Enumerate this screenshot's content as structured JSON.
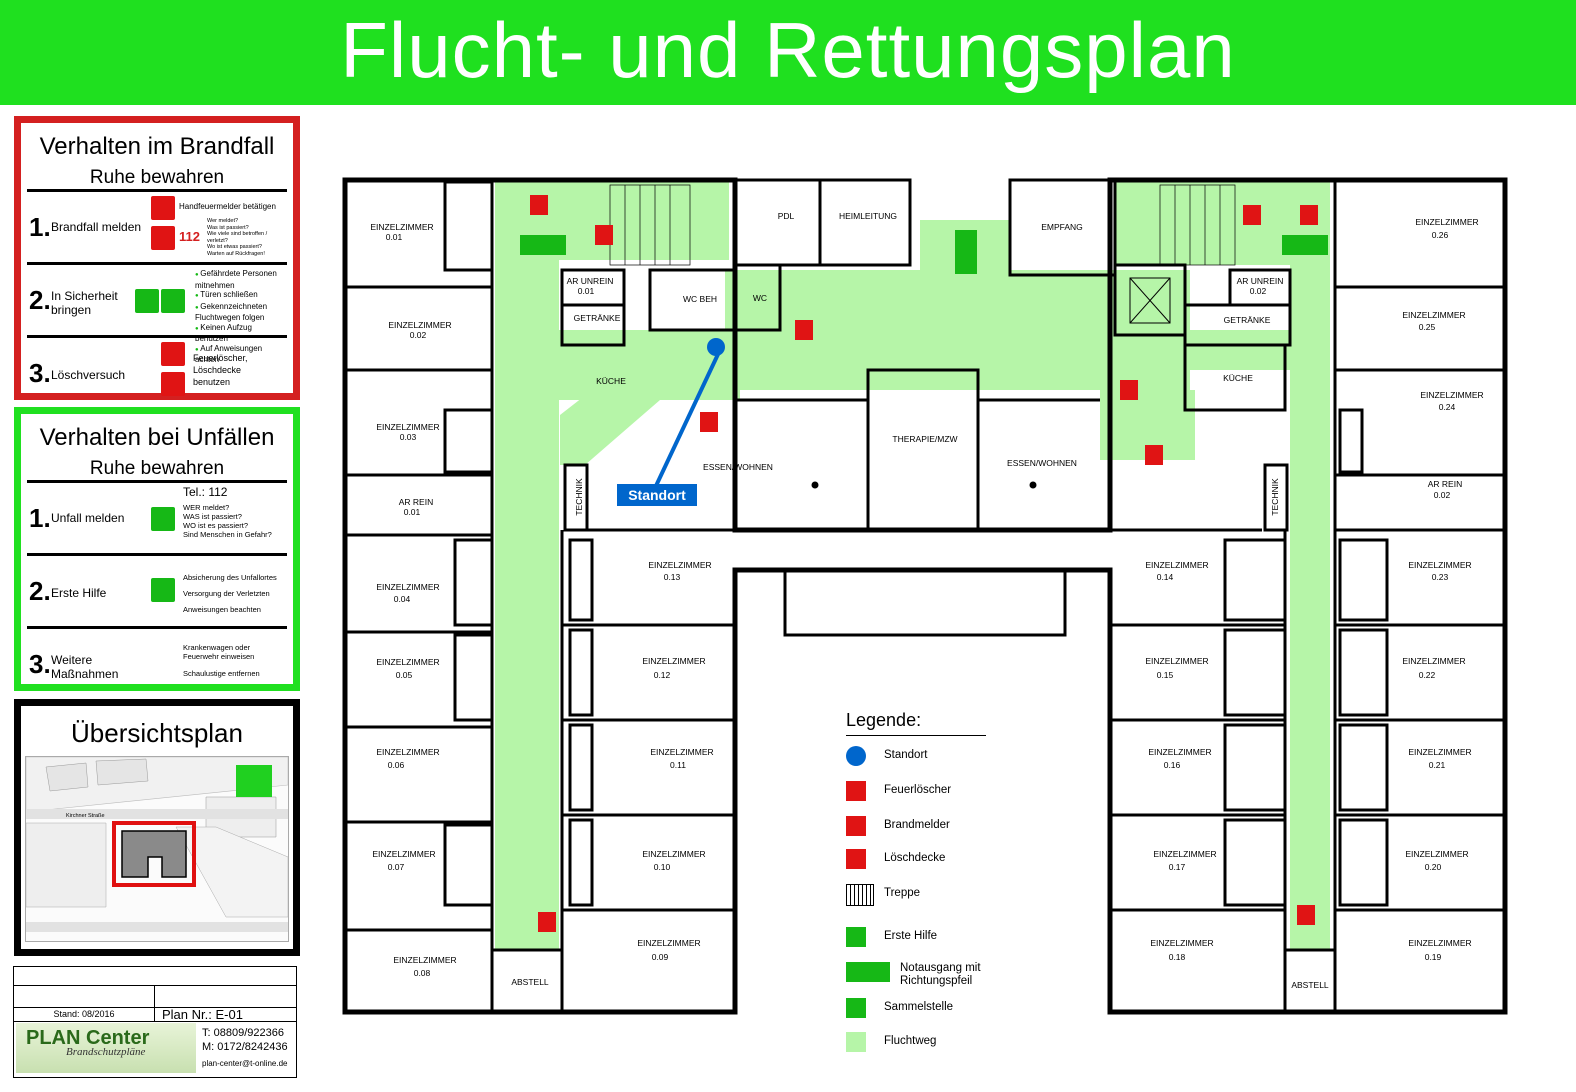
{
  "title": "Flucht- und Rettungsplan",
  "brand": {
    "green": "#1fe01f",
    "red": "#d42020",
    "blue": "#0066cc",
    "route": "#b6f5a8"
  },
  "fire": {
    "title": "Verhalten im Brandfall",
    "subtitle": "Ruhe bewahren",
    "steps": [
      {
        "num": "1.",
        "label": "Brandfall melden",
        "details": [
          "Handfeuermelder betätigen",
          "112",
          "Wer meldet?",
          "Was ist passiert?",
          "Wie viele sind betroffen / verletzt?",
          "Wo ist etwas passiert?",
          "Warten auf Rückfragen!"
        ]
      },
      {
        "num": "2.",
        "label": "In Sicherheit bringen",
        "details": [
          "Gefährdete Personen mitnehmen",
          "Türen schließen",
          "Gekennzeichneten Fluchtwegen folgen",
          "Keinen Aufzug benutzen",
          "Auf Anweisungen achten"
        ]
      },
      {
        "num": "3.",
        "label": "Löschversuch",
        "details": [
          "Feuerlöscher,",
          "Löschdecke",
          "benutzen"
        ]
      }
    ]
  },
  "accident": {
    "title": "Verhalten bei Unfällen",
    "subtitle": "Ruhe bewahren",
    "steps": [
      {
        "num": "1.",
        "label": "Unfall melden",
        "details": [
          "Tel.: 112",
          "WER meldet?",
          "WAS ist passiert?",
          "WO ist es passiert?",
          "Sind Menschen in Gefahr?"
        ]
      },
      {
        "num": "2.",
        "label": "Erste Hilfe",
        "details": [
          "Absicherung des Unfallortes",
          "Versorgung der Verletzten",
          "Anweisungen beachten"
        ]
      },
      {
        "num": "3.",
        "label": "Weitere Maßnahmen",
        "details": [
          "Krankenwagen oder Feuerwehr einweisen",
          "Schaulustige entfernen"
        ]
      }
    ]
  },
  "overview": {
    "title": "Übersichtsplan",
    "street": "Kirchner Straße"
  },
  "titleblock": {
    "stand": "Stand: 08/2016",
    "plan_nr": "Plan Nr.: E-01",
    "company": "PLAN Center",
    "company_sub": "Brandschutzpläne",
    "phone": "T: 08809/922366",
    "mobile": "M: 0172/8242436",
    "email": "plan-center@t-online.de"
  },
  "rooms": {
    "ez01": "EINZELZIMMER",
    "ez01n": "0.01",
    "ez02": "EINZELZIMMER",
    "ez02n": "0.02",
    "ez03": "EINZELZIMMER",
    "ez03n": "0.03",
    "arrein1": "AR  REIN",
    "arrein1n": "0.01",
    "ez04": "EINZELZIMMER",
    "ez04n": "0.04",
    "ez05": "EINZELZIMMER",
    "ez05n": "0.05",
    "ez06": "EINZELZIMMER",
    "ez06n": "0.06",
    "ez07": "EINZELZIMMER",
    "ez07n": "0.07",
    "ez08": "EINZELZIMMER",
    "ez08n": "0.08",
    "ez09": "EINZELZIMMER",
    "ez09n": "0.09",
    "ez10": "EINZELZIMMER",
    "ez10n": "0.10",
    "ez11": "EINZELZIMMER",
    "ez11n": "0.11",
    "ez12": "EINZELZIMMER",
    "ez12n": "0.12",
    "ez13": "EINZELZIMMER",
    "ez13n": "0.13",
    "ez14": "EINZELZIMMER",
    "ez14n": "0.14",
    "ez15": "EINZELZIMMER",
    "ez15n": "0.15",
    "ez16": "EINZELZIMMER",
    "ez16n": "0.16",
    "ez17": "EINZELZIMMER",
    "ez17n": "0.17",
    "ez18": "EINZELZIMMER",
    "ez18n": "0.18",
    "ez19": "EINZELZIMMER",
    "ez19n": "0.19",
    "ez20": "EINZELZIMMER",
    "ez20n": "0.20",
    "ez21": "EINZELZIMMER",
    "ez21n": "0.21",
    "ez22": "EINZELZIMMER",
    "ez22n": "0.22",
    "ez23": "EINZELZIMMER",
    "ez23n": "0.23",
    "arrein2": "AR  REIN",
    "arrein2n": "0.02",
    "ez24": "EINZELZIMMER",
    "ez24n": "0.24",
    "ez25": "EINZELZIMMER",
    "ez25n": "0.25",
    "ez26": "EINZELZIMMER",
    "ez26n": "0.26",
    "arunrein1": "AR UNREIN",
    "arunrein1n": "0.01",
    "arunrein2": "AR UNREIN",
    "arunrein2n": "0.02",
    "getr1": "GETRÄNKE",
    "getr2": "GETRÄNKE",
    "kueche1": "KÜCHE",
    "kueche2": "KÜCHE",
    "wcbeh": "WC BEH",
    "wc": "WC",
    "pdl": "PDL",
    "heim": "HEIMLEITUNG",
    "empfang": "EMPFANG",
    "therapie": "THERAPIE/MZW",
    "essen1": "ESSEN/WOHNEN",
    "essen2": "ESSEN/WOHNEN",
    "technik1": "TECHNIK",
    "technik2": "TECHNIK",
    "abstell1": "ABSTELL",
    "abstell2": "ABSTELL"
  },
  "standort": "Standort",
  "legend": {
    "title": "Legende:",
    "items": [
      "Standort",
      "Feuerlöscher",
      "Brandmelder",
      "Löschdecke",
      "Treppe",
      "Erste Hilfe",
      "Notausgang mit Richtungspfeil",
      "Sammelstelle",
      "Fluchtweg"
    ]
  }
}
